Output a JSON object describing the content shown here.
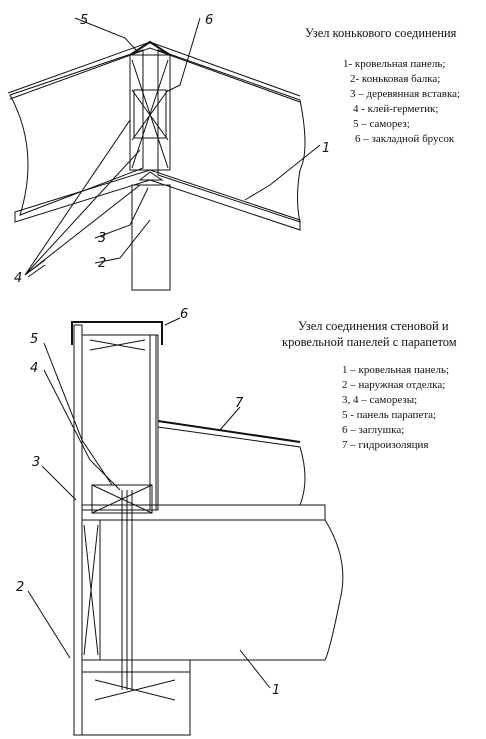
{
  "top": {
    "title": "Узел конькового соединения",
    "legend": [
      "1- кровельная панель;",
      "2- коньковая балка;",
      "3 – деревянная вставка;",
      "4 - клей-герметик;",
      "5 – саморез;",
      "6 – закладной брусок"
    ],
    "callouts": [
      "5",
      "6",
      "1",
      "3",
      "2",
      "4"
    ]
  },
  "bottom": {
    "title_line1": "Узел соединения стеновой и",
    "title_line2": "кровельной панелей с парапетом",
    "legend": [
      "1 – кровельная панель;",
      "2 – наружная отделка;",
      "3, 4 – саморезы;",
      "5 - панель парапета;",
      "6 – заглушка;",
      "7 – гидроизоляция"
    ],
    "callouts": [
      "6",
      "5",
      "4",
      "7",
      "3",
      "2",
      "1"
    ]
  }
}
